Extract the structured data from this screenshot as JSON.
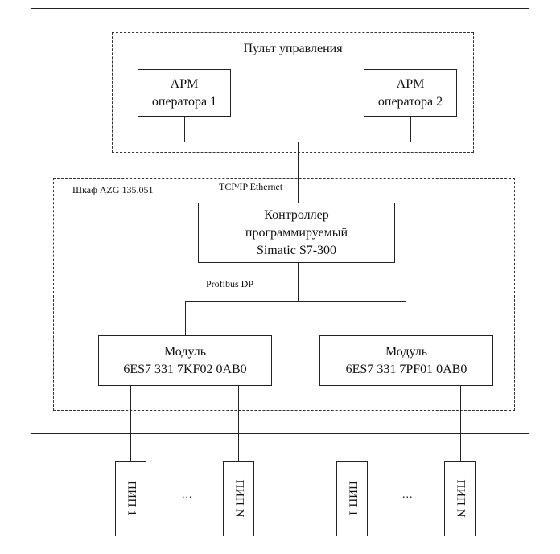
{
  "control_panel": {
    "title": "Пульт управления",
    "workstation1": {
      "line1": "АРМ",
      "line2": "оператора 1"
    },
    "workstation2": {
      "line1": "АРМ",
      "line2": "оператора 2"
    }
  },
  "cabinet": {
    "label": "Шкаф AZG 135.051",
    "network_label": "TCP/IP Ethernet",
    "controller": {
      "line1": "Контроллер",
      "line2": "программируемый",
      "line3": "Simatic S7-300"
    },
    "bus_label": "Profibus DP",
    "module1": {
      "line1": "Модуль",
      "line2": "6ES7 331 7KF02 0AB0"
    },
    "module2": {
      "line1": "Модуль",
      "line2": "6ES7 331 7PF01 0AB0"
    }
  },
  "sensors": {
    "s1": "ПИП 1",
    "s2": "ПИП N",
    "s3": "ПИП 1",
    "s4": "ПИП N",
    "ellipsis1": "...",
    "ellipsis2": "..."
  }
}
